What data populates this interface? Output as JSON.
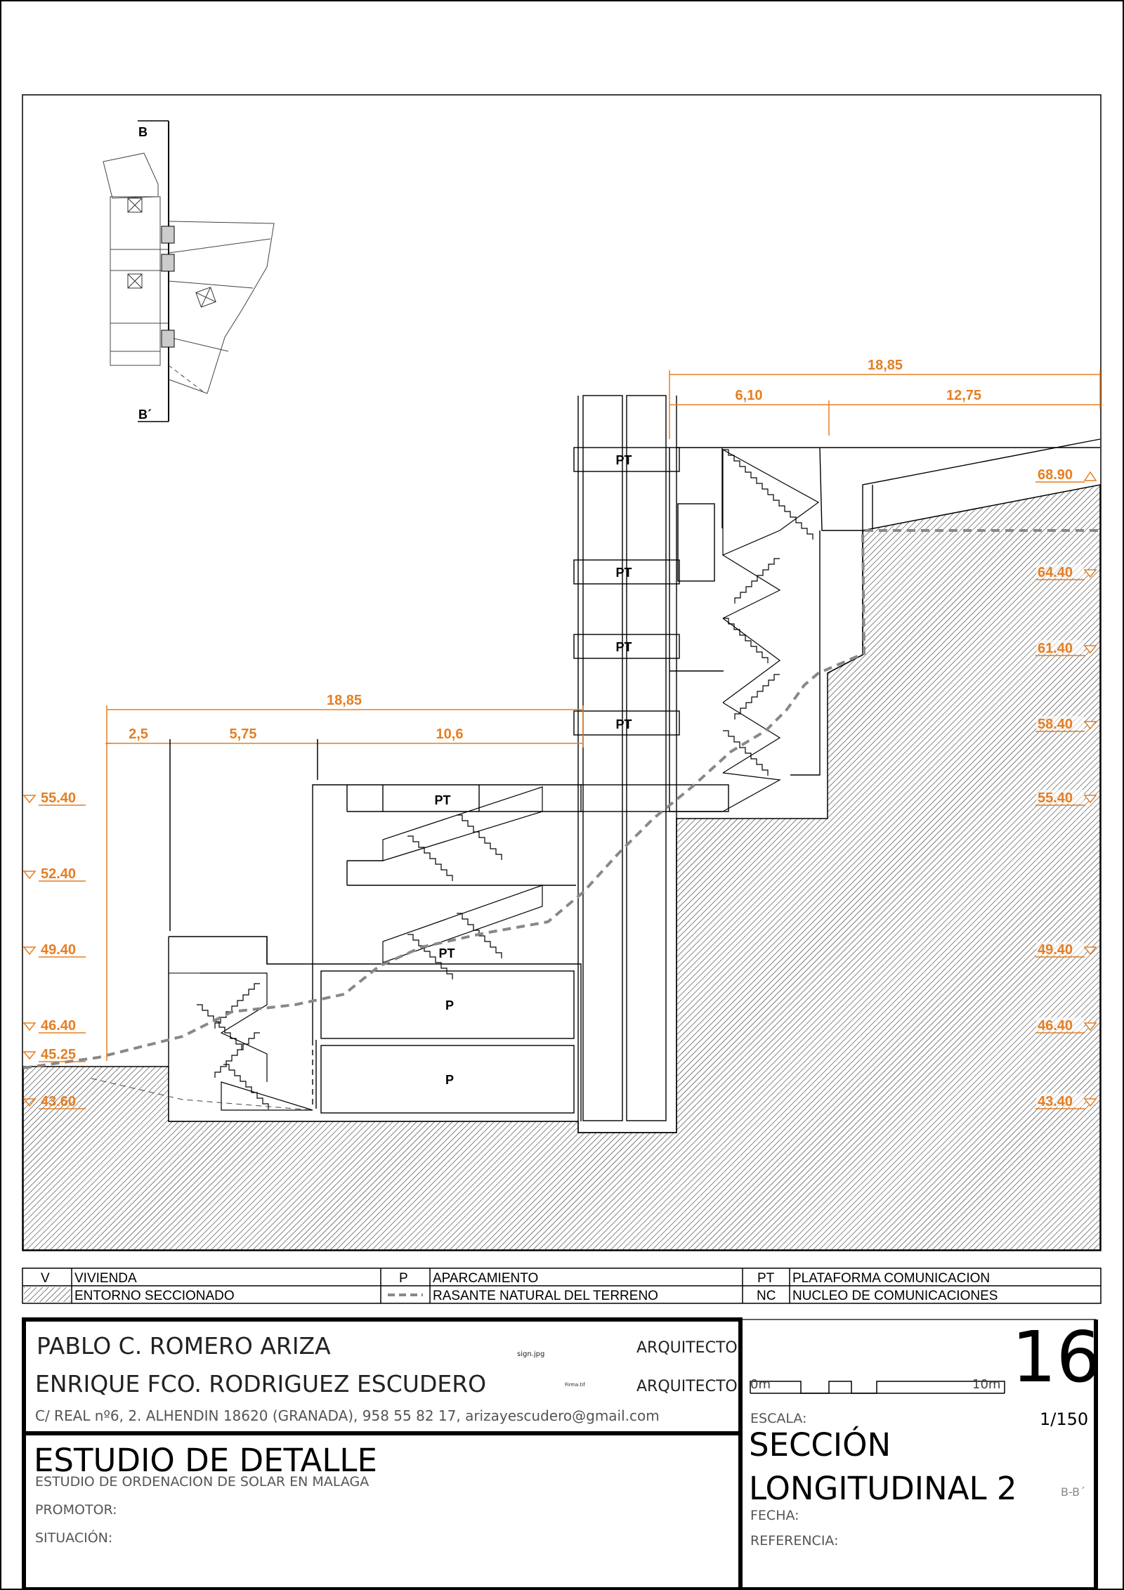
{
  "drawing": {
    "key_plan": {
      "label_start": "B",
      "label_end": "B´"
    },
    "dimensions_top": {
      "total": "18,85",
      "part_a": "6,10",
      "part_b": "12,75"
    },
    "dimensions_mid": {
      "total": "18,85",
      "part_a": "2,5",
      "part_b": "5,75",
      "part_c": "10,6"
    },
    "levels_left": [
      "55.40",
      "52.40",
      "49.40",
      "46.40",
      "45.25",
      "43.60"
    ],
    "levels_right": [
      "68.90",
      "64.40",
      "61.40",
      "58.40",
      "55.40",
      "49.40",
      "46.40",
      "43.40"
    ],
    "labels": {
      "pt": "PT",
      "p": "P"
    }
  },
  "legend": {
    "r1": {
      "c1": "V",
      "c2": "VIVIENDA",
      "c3": "P",
      "c4": "APARCAMIENTO",
      "c5": "PT",
      "c6": "PLATAFORMA COMUNICACION"
    },
    "r2": {
      "c2": "ENTORNO SECCIONADO",
      "c4": "RASANTE NATURAL DEL TERRENO",
      "c5": "NC",
      "c6": "NUCLEO DE COMUNICACIONES"
    }
  },
  "title_block": {
    "architect1": "PABLO C. ROMERO ARIZA",
    "architect2": "ENRIQUE FCO. RODRIGUEZ ESCUDERO",
    "role": "ARQUITECTO",
    "sign1": "sign.jpg",
    "sign2": "Firma.tif",
    "address": "C/ REAL nº6, 2. ALHENDIN 18620 (GRANADA), 958 55 82 17, arizayescudero@gmail.com",
    "project_title": "ESTUDIO DE DETALLE",
    "project_subtitle": "ESTUDIO DE ORDENACION DE SOLAR EN MALAGA",
    "promotor_label": "PROMOTOR:",
    "situacion_label": "SITUACIÓN:",
    "scale_bar_start": "0m",
    "scale_bar_end": "10m",
    "sheet_number": "16",
    "escala_label": "ESCALA:",
    "escala_value": "1/150",
    "sheet_title_line1": "SECCIÓN",
    "sheet_title_line2": "LONGITUDINAL 2",
    "section_code": "B-B´",
    "fecha_label": "FECHA:",
    "referencia_label": "REFERENCIA:"
  }
}
